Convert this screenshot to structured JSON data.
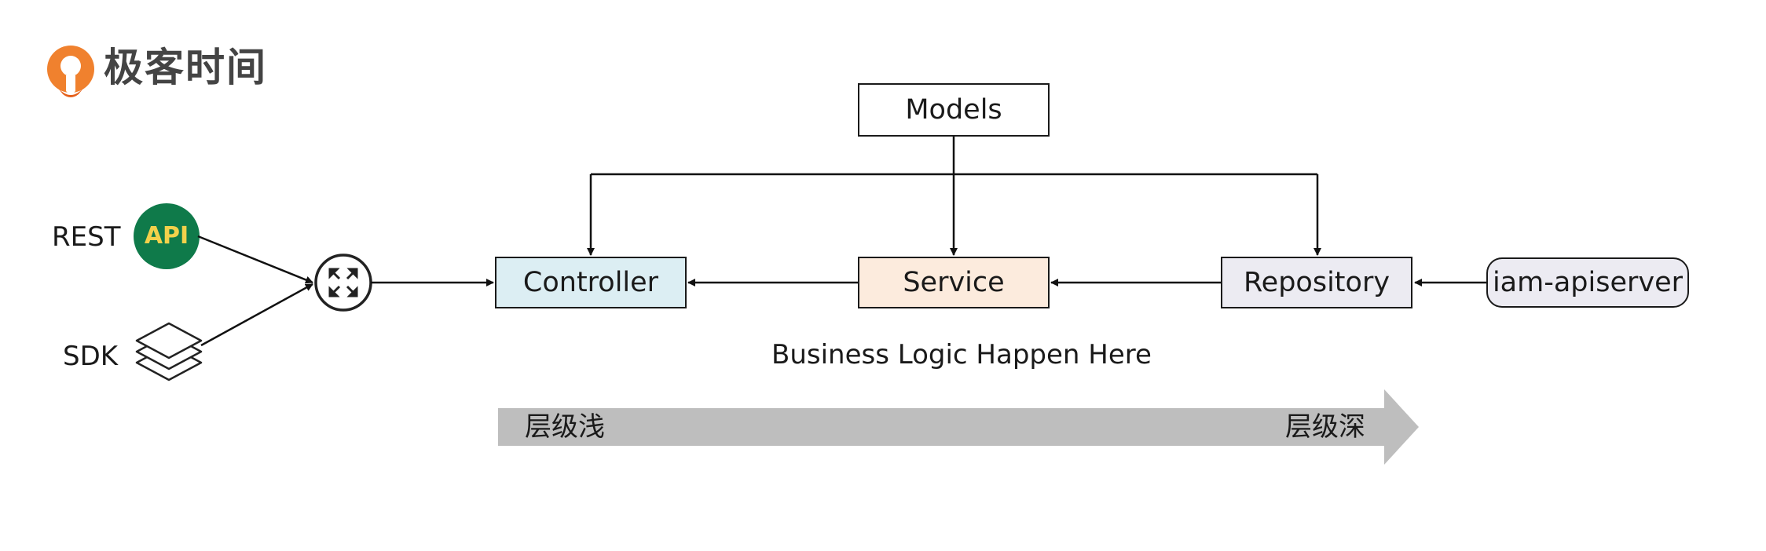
{
  "brand": {
    "logo_text": "极客时间"
  },
  "colors": {
    "logo_orange": "#F0812E",
    "api_green": "#0F7A4A",
    "api_text": "#F2D14B",
    "controller_fill": "#DCEEF3",
    "service_fill": "#FCEBDD",
    "repository_fill": "#ECEBF2",
    "gradient_arrow": "#BEBEBE"
  },
  "clients": {
    "rest_label": "REST",
    "api_badge": "API",
    "sdk_label": "SDK"
  },
  "router": {
    "icon": "router-icon"
  },
  "nodes": {
    "models": "Models",
    "controller": "Controller",
    "service": "Service",
    "repository": "Repository",
    "apiserver": "iam-apiserver"
  },
  "caption": "Business Logic Happen Here",
  "depth_arrow": {
    "shallow": "层级浅",
    "deep": "层级深"
  }
}
